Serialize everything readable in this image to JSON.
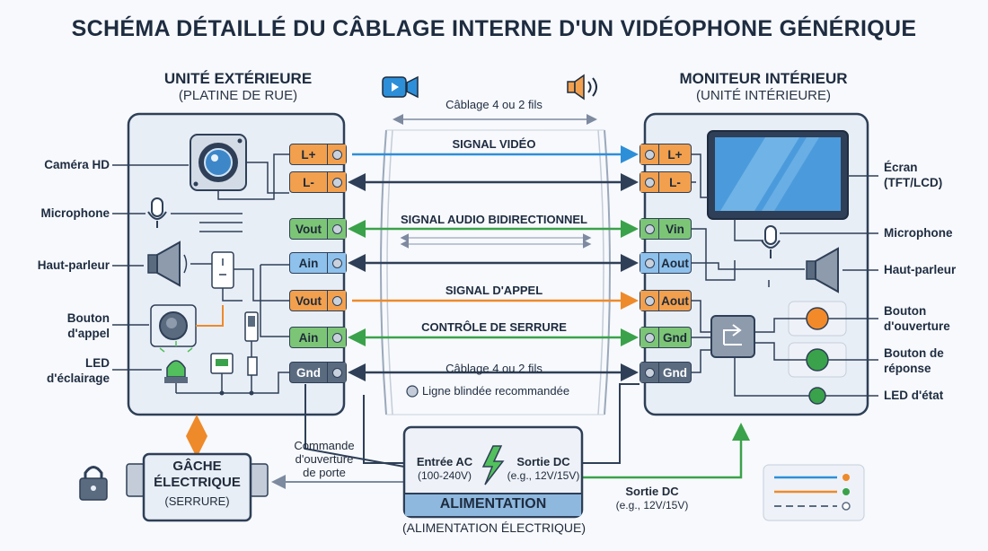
{
  "title": "SCHÉMA DÉTAILLÉ DU CÂBLAGE INTERNE D'UN VIDÉOPHONE GÉNÉRIQUE",
  "outdoor": {
    "title": "UNITÉ EXTÉRIEURE",
    "subtitle": "(PLATINE DE RUE)",
    "labels": {
      "camera": "Caméra HD",
      "microphone": "Microphone",
      "speaker": "Haut-parleur",
      "call_button": "Bouton\nd'appel",
      "led": "LED\nd'éclairage"
    },
    "terminals": [
      "L+",
      "L-",
      "Vout",
      "Ain",
      "Vout",
      "Ain",
      "Gnd"
    ]
  },
  "indoor": {
    "title": "MONITEUR INTÉRIEUR",
    "subtitle": "(UNITÉ INTÉRIEURE)",
    "labels": {
      "screen": "Écran\n(TFT/LCD)",
      "microphone": "Microphone",
      "speaker": "Haut-parleur",
      "open_button": "Bouton\nd'ouverture",
      "answer_button": "Bouton de\nréponse",
      "status_led": "LED d'état"
    },
    "terminals": [
      "L+",
      "L-",
      "Vin",
      "Aout",
      "Aout",
      "Gnd",
      "Gnd"
    ]
  },
  "cable": {
    "top_label": "Câblage 4 ou 2 fils",
    "bottom_label": "Câblage 4 ou 2 fils",
    "shield_note": "Ligne blindée recommandée",
    "signals": {
      "video": "SIGNAL VIDÉO",
      "audio": "SIGNAL AUDIO BIDIRECTIONNEL",
      "call": "SIGNAL D'APPEL",
      "lock": "CONTRÔLE DE SERRURE"
    }
  },
  "lock": {
    "title": "GÂCHE\nÉLECTRIQUE",
    "subtitle": "(SERRURE)",
    "command": "Commande\nd'ouverture\nde porte"
  },
  "power": {
    "input": "Entrée AC",
    "input_spec": "(100-240V)",
    "output": "Sortie DC",
    "output_spec": "(e.g., 12V/15V)",
    "title": "ALIMENTATION",
    "subtitle": "(ALIMENTATION ÉLECTRIQUE)",
    "dc_out": "Sortie DC",
    "dc_out_spec": "(e.g., 12V/15V)"
  },
  "colors": {
    "video": "#2d8fd8",
    "control": "#2e3f57",
    "audio": "#3aa24a",
    "call": "#ee8a2a",
    "frame": "#2e3f57"
  }
}
